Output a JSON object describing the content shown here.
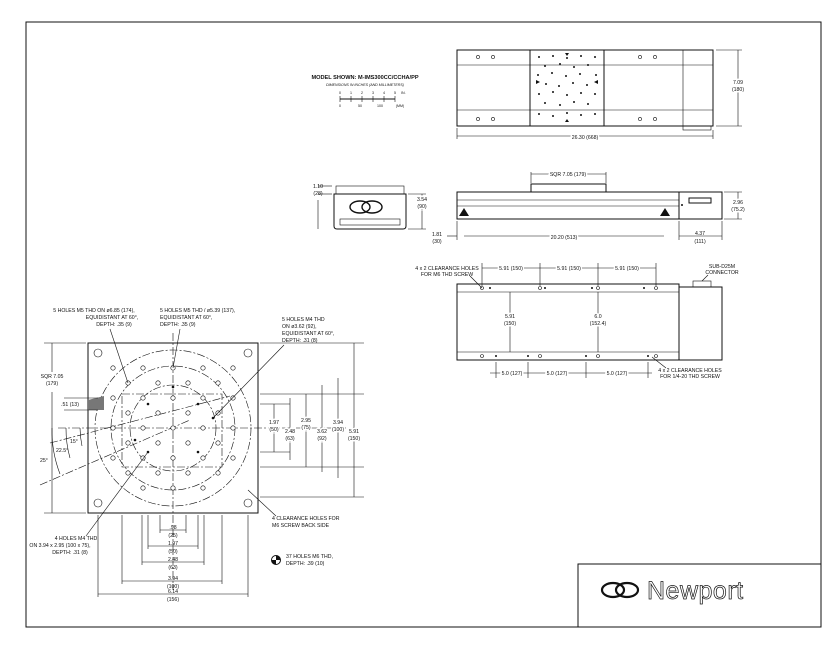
{
  "model": {
    "title": "MODEL SHOWN: M-IMS300CC/CCHA/PP",
    "units_note": "DIMENSIONS IN INCHES (AND MILLIMETERS)",
    "scale_in_ticks": [
      "0",
      "1",
      "2",
      "3",
      "4",
      "5",
      "IN."
    ],
    "scale_mm_ticks": [
      "0",
      "50",
      "100",
      "(MM)"
    ]
  },
  "top_view": {
    "width_label": "26.30 (668)",
    "height_label_in": "7.09",
    "height_label_mm": "(180)"
  },
  "end_view": {
    "left_label_in": "1.10",
    "left_label_mm": "(28)",
    "right_label_in": "3.54",
    "right_label_mm": "(90)"
  },
  "side_view": {
    "sqr_label": "SQR 7.05 (179)",
    "travel_label": "20.20 (513)",
    "left_label_in": "1.81",
    "left_label_mm": "(30)",
    "connector_label_in": "4.37",
    "connector_label_mm": "(111)",
    "height_label_in": "2.96",
    "height_label_mm": "(75.2)"
  },
  "bottom_view": {
    "clearance_m6_line1": "4 x 2 CLEARANCE HOLES",
    "clearance_m6_line2": "FOR M6 THD SCREW",
    "top_spacing": [
      "5.91 (150)",
      "5.91 (150)",
      "5.91 (150)"
    ],
    "vert_left_in": "5.91",
    "vert_left_mm": "(150)",
    "vert_mid_in": "6.0",
    "vert_mid_mm": "(152.4)",
    "connector_line1": "SUB-D25M",
    "connector_line2": "CONNECTOR",
    "bottom_spacing": [
      "5.0 (127)",
      "5.0 (127)",
      "5.0 (127)"
    ],
    "clearance_quarter_line1": "4 x 2 CLEARANCE HOLES",
    "clearance_quarter_line2": "FOR 1/4-20 THD SCREW"
  },
  "carriage_view": {
    "callout_m5_174": [
      "5 HOLES M5 THD ON ø6.85 (174),",
      "EQUIDISTANT AT 60°,",
      "DEPTH: .35 (9)"
    ],
    "callout_m5_137": [
      "5 HOLES M5 THD / ø5.39 (137),",
      "EQUIDISTANT AT 60°,",
      "DEPTH: .35 (9)"
    ],
    "callout_m4_92": [
      "5 HOLES M4 THD",
      "ON ø3.62 (92),",
      "EQUIDISTANT AT 60°,",
      "DEPTH: .31 (8)"
    ],
    "sqr_in": "SQR 7.05",
    "sqr_mm": "(179)",
    "offset_label": ".51 (13)",
    "angle_15": "15°",
    "angle_225": "22.5°",
    "angle_25": "25°",
    "right_dims": [
      {
        "in": "1.97",
        "mm": "(50)"
      },
      {
        "in": "2.48",
        "mm": "(63)"
      },
      {
        "in": "2.95",
        "mm": "(75)"
      },
      {
        "in": "3.62",
        "mm": "(92)"
      },
      {
        "in": "3.94",
        "mm": "(100)"
      },
      {
        "in": "5.91",
        "mm": "(150)"
      }
    ],
    "bottom_dims": [
      {
        "in": ".98",
        "mm": "(25)"
      },
      {
        "in": "1.97",
        "mm": "(50)"
      },
      {
        "in": "2.48",
        "mm": "(63)"
      },
      {
        "in": "3.94",
        "mm": "(100)"
      },
      {
        "in": "6.14",
        "mm": "(156)"
      }
    ],
    "callout_m4_100": [
      "4 HOLES M4 THD",
      "ON 3.94 x 2.95 (100 x 75),",
      "DEPTH: .31 (8)"
    ],
    "callout_clearance_back": [
      "4 CLEARANCE HOLES FOR",
      "M6 SCREW BACK SIDE"
    ],
    "legend_holes": [
      "37 HOLES M6 THD,",
      "DEPTH: .39 (10)"
    ]
  },
  "brand": {
    "name": "Newport"
  }
}
